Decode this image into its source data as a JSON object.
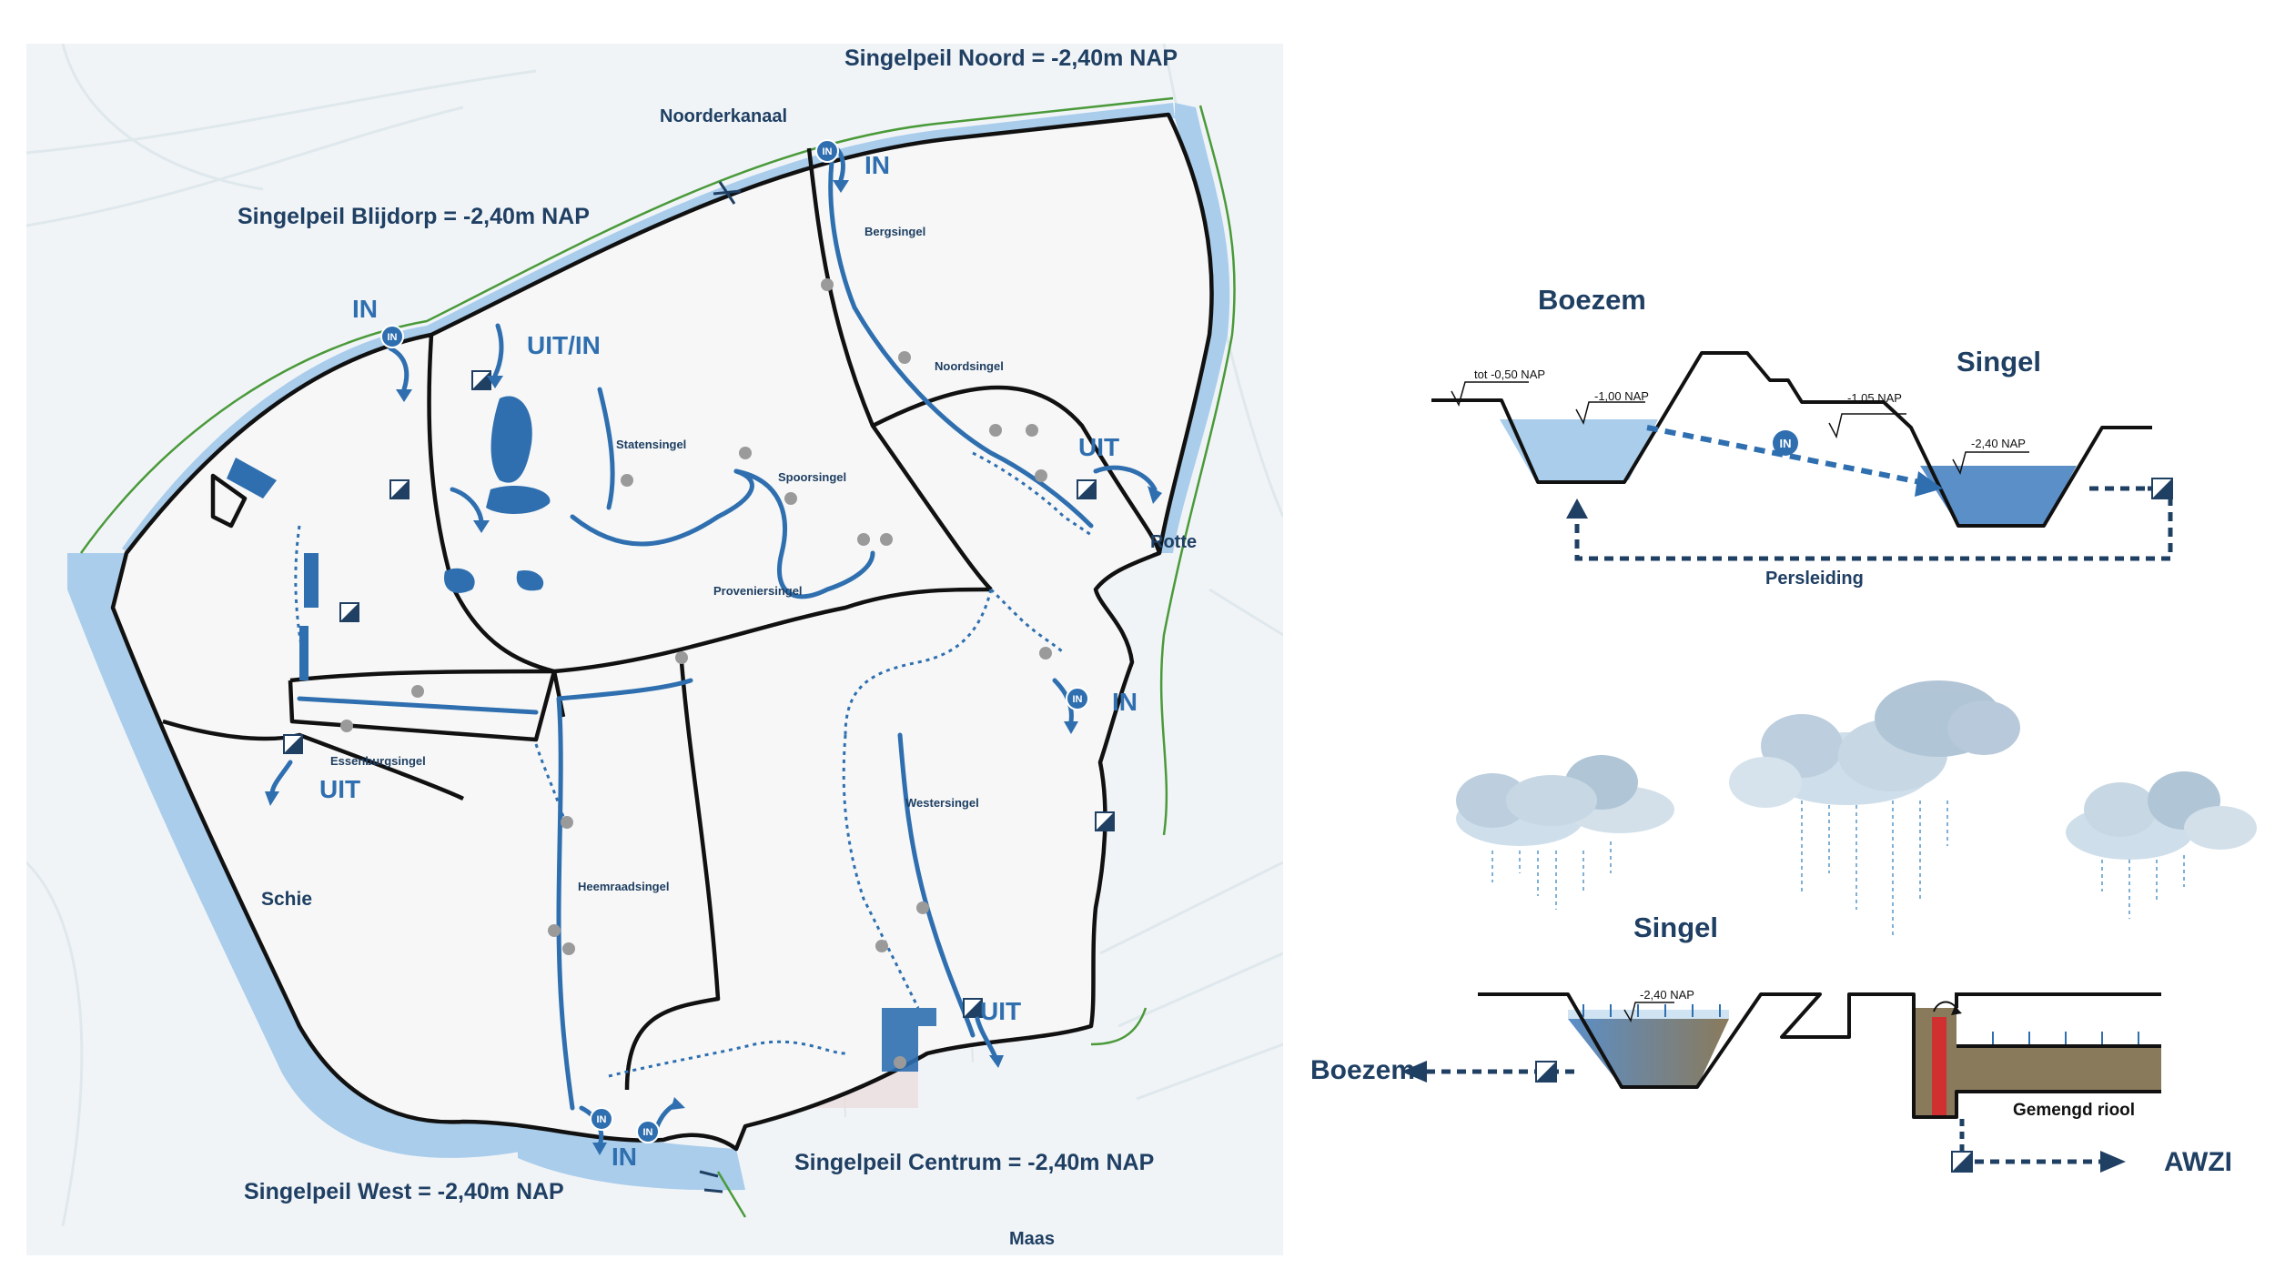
{
  "map": {
    "levels": {
      "noord": "Singelpeil Noord = -2,40m NAP",
      "blijdorp": "Singelpeil Blijdorp = -2,40m NAP",
      "west": "Singelpeil West = -2,40m NAP",
      "centrum": "Singelpeil Centrum = -2,40m NAP"
    },
    "waterways": {
      "noorderkanaal": "Noorderkanaal",
      "rotte": "Rotte",
      "schie": "Schie",
      "maas": "Maas"
    },
    "canals": {
      "bergsingel": "Bergsingel",
      "noordsingel": "Noordsingel",
      "statensingel": "Statensingel",
      "spoorsingel": "Spoorsingel",
      "proveniersingel": "Proveniersingel",
      "essenburgsingel": "Essenburgsingel",
      "heemraadsingel": "Heemraadsingel",
      "westersingel": "Westersingel"
    },
    "flow": {
      "in_blijdorp": "IN",
      "uit_in": "UIT/IN",
      "in_noord": "IN",
      "uit_noord": "UIT",
      "in_rotte": "IN",
      "uit_essenburg": "UIT",
      "uit_centrum": "UIT",
      "in_west": "IN"
    },
    "badge": "IN"
  },
  "diagram_top": {
    "boezem": "Boezem",
    "singel": "Singel",
    "level_tot": "tot -0,50 NAP",
    "level_boezem": "-1,00 NAP",
    "level_dike": "-1,05 NAP",
    "level_singel": "-2,40 NAP",
    "badge": "IN",
    "persleiding": "Persleiding"
  },
  "diagram_bottom": {
    "singel": "Singel",
    "level_singel": "-2,40 NAP",
    "boezem": "Boezem",
    "gemengd_riool": "Gemengd riool",
    "awzi": "AWZI"
  },
  "colors": {
    "water": "#a9cdeb",
    "canal": "#2f6fb0",
    "text": "#1f3f63",
    "dike": "#4a9a3a",
    "sewer": "#8a7a5c",
    "weir": "#d03030"
  }
}
